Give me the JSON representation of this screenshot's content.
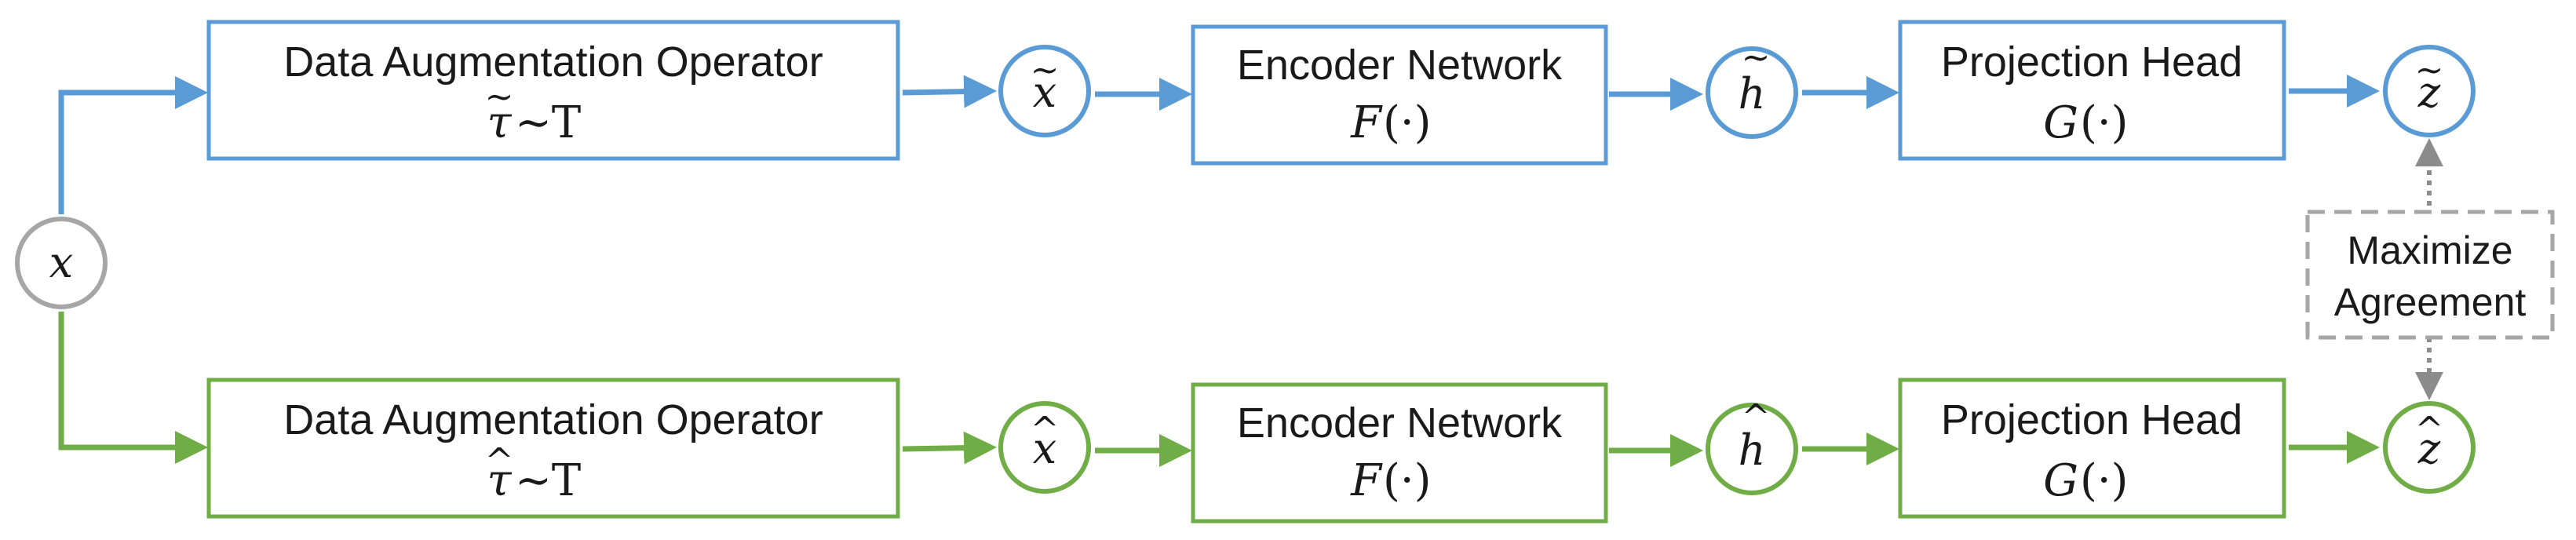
{
  "colors": {
    "top_branch": "#5b9bd5",
    "bottom_branch": "#70ad47",
    "input_node": "#a6a6a6",
    "agreement": "#a6a6a6",
    "arrow_dotted": "#8c8c8c"
  },
  "input": {
    "symbol": "x"
  },
  "top_branch": {
    "augmentation": {
      "title": "Data Augmentation Operator",
      "formula_var": "τ",
      "formula_accent": "~",
      "formula_rest": "∼T"
    },
    "view": {
      "symbol": "x",
      "accent": "~"
    },
    "encoder": {
      "title": "Encoder Network",
      "formula_fn": "F",
      "formula_args": "(·)"
    },
    "representation": {
      "symbol": "h",
      "accent": "~"
    },
    "projection": {
      "title": "Projection Head",
      "formula_fn": "G",
      "formula_args": "(·)"
    },
    "output": {
      "symbol": "z",
      "accent": "~"
    }
  },
  "bottom_branch": {
    "augmentation": {
      "title": "Data Augmentation Operator",
      "formula_var": "τ",
      "formula_accent": "^",
      "formula_rest": "∼T"
    },
    "view": {
      "symbol": "x",
      "accent": "^"
    },
    "encoder": {
      "title": "Encoder Network",
      "formula_fn": "F",
      "formula_args": "(·)"
    },
    "representation": {
      "symbol": "h",
      "accent": "^"
    },
    "projection": {
      "title": "Projection Head",
      "formula_fn": "G",
      "formula_args": "(·)"
    },
    "output": {
      "symbol": "z",
      "accent": "^"
    }
  },
  "agreement": {
    "line1": "Maximize",
    "line2": "Agreement"
  }
}
